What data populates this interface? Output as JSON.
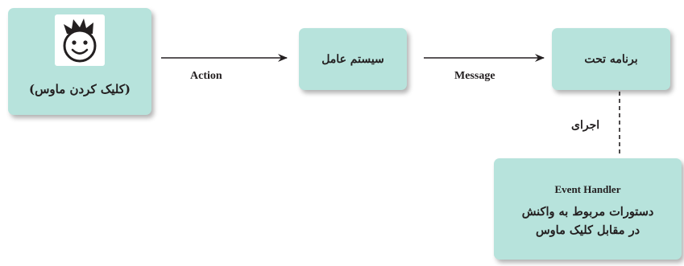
{
  "user_node": {
    "label": "(کلیک کردن ماوس)",
    "icon": "smiley-face-icon"
  },
  "os_node": {
    "label": "سیستم عامل"
  },
  "app_node": {
    "label": "برنامه تحت"
  },
  "handler_node": {
    "title": "Event Handler",
    "line1": "دستورات مربوط به واکنش",
    "line2": "در مقابل کلیک ماوس"
  },
  "edges": {
    "action": "Action",
    "message": "Message",
    "run": "اجرای"
  },
  "colors": {
    "node_fill": "#b7e3dc",
    "arrow": "#231f20",
    "text": "#231f20"
  }
}
